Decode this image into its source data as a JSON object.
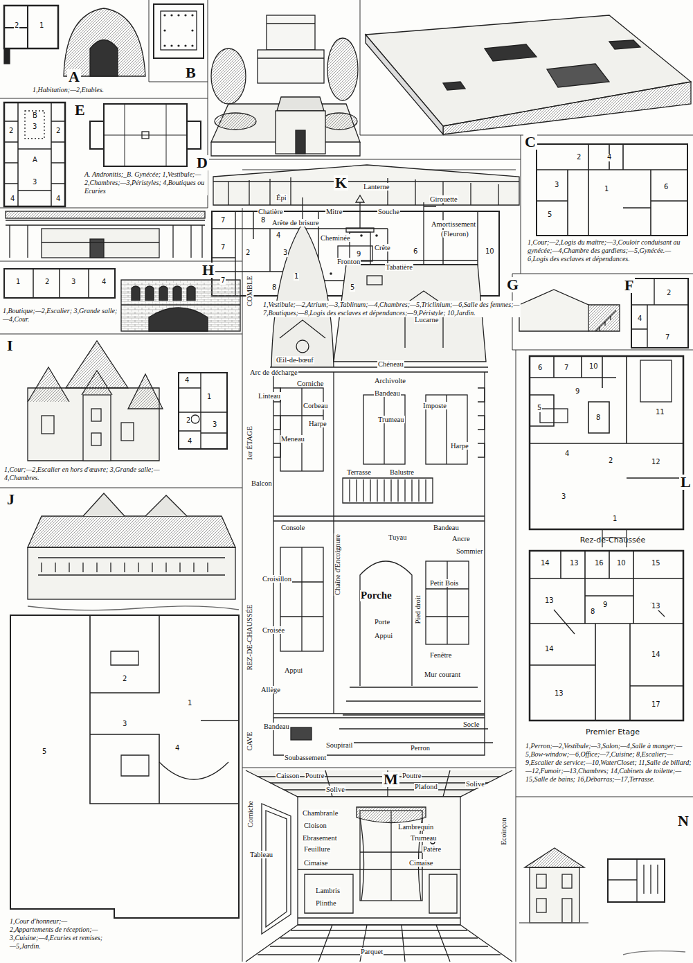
{
  "diagram": {
    "nodes": [
      {
        "text": [
          "A",
          "1,Habitation;—2,Etables."
        ]
      },
      {
        "text": [
          "B"
        ]
      },
      {
        "text": [
          "C",
          "1,Cour;—2,Logis du maître;—3,Couloir conduisant au gynécée;—4,Chambre des gardiens;—5,Gynécée.—6,Logis des esclaves et dépendances."
        ]
      },
      {
        "text": [
          "D",
          "A. Andronitis;_B. Gynécée; 1,Vestibule;—2,Chambres;—3,Péristyles; 4,Boutiques ou Ecuries"
        ]
      },
      {
        "text": [
          "E"
        ]
      },
      {
        "text": [
          "F"
        ]
      },
      {
        "text": [
          "G",
          "1,Vestibule;—2,Atrium;—3,Tablinum;—4,Chambres;—5,Triclinium;—6,Salle des femmes;—7,Boutiques;—8,Logis des esclaves et dépendances;—9,Péristyle; 10,Jardin."
        ]
      },
      {
        "text": [
          "H",
          "1,Boutique;—2,Escalier; 3,Grande salle;—4,Cour."
        ]
      },
      {
        "text": [
          "I",
          "1,Cour;—2,Escalier en hors d'œuvre; 3,Grande salle;—4,Chambres."
        ]
      },
      {
        "text": [
          "J",
          "1,Cour d'honneur;—2,Appartements de réception;—3,Cuisine;—4,Ecuries et remises;—5,Jardin."
        ]
      },
      {
        "text": [
          "K"
        ]
      },
      {
        "text": [
          "L",
          "Rez-de-Chaussée",
          "Premier Etage",
          "1,Perron;—2,Vestibule;—3,Salon;—4,Salle à manger;—5,Bow-window;—6,Office;—7,Cuisine; 8,Escalier;—9,Escalier de service;—10,WaterCloset; 11,Salle de billard;—12,Fumoir;—13,Chambres; 14,Cabinets de toilette;—15,Salle de bains; 16,Débarras;—17,Terrasse."
        ]
      },
      {
        "text": [
          "M"
        ]
      },
      {
        "text": [
          "N"
        ]
      }
    ],
    "labels": [
      "Épi",
      "Chatière",
      "Arête de brisure",
      "Mitre",
      "Lanterne",
      "Souche",
      "Girouette",
      "Cheminée",
      "Crête",
      "Amortissement",
      "(Fleuron)",
      "COMBLE",
      "Fronton",
      "Tabatière",
      "Lucarne",
      "Œil-de-bœuf",
      "Arc de décharge",
      "Corniche",
      "Linteau",
      "Corbeau",
      "Harpe",
      "Meneau",
      "Chéneau",
      "Archivolte",
      "Bandeau",
      "Imposte",
      "Trumeau",
      "Harpe",
      "1er ÉTAGE",
      "Balcon",
      "Terrasse",
      "Balustre",
      "Console",
      "Chaîne d'Encoignure",
      "Bandeau",
      "Ancre",
      "Sommier",
      "Tuyau",
      "Croisillon",
      "Porche",
      "Petit Bois",
      "Porte",
      "Fenêtre",
      "Pied droit",
      "Croisée",
      "Appui",
      "Appui",
      "Allège",
      "REZ-DE-CHAUSSÉE",
      "Mur courant",
      "Bandeau",
      "Socle",
      "CAVE",
      "Soubassement",
      "Soupirail",
      "Perron",
      "Caisson",
      "Poutre",
      "Poutre",
      "Plafond",
      "Solive",
      "Solive",
      "Corniche",
      "Chambranle",
      "Cloison",
      "Ebrasement",
      "Feuillure",
      "Tableau",
      "Cimaise",
      "Lambris",
      "Plinthe",
      "Lambrequin",
      "Trumeau",
      "Patère",
      "Cimaise",
      "Ecoinçon",
      "Parquet",
      "2",
      "1",
      "2",
      "2",
      "B",
      "3",
      "A",
      "3",
      "4",
      "4",
      "1",
      "2",
      "3",
      "4",
      "5",
      "6",
      "2",
      "4",
      "7",
      "7",
      "8",
      "4",
      "7",
      "2",
      "3",
      "9",
      "6",
      "10",
      "1",
      "5",
      "7",
      "8",
      "1",
      "2",
      "3",
      "4",
      "4",
      "1",
      "2",
      "3",
      "4",
      "2",
      "1",
      "3",
      "4",
      "5",
      "6",
      "7",
      "10",
      "11",
      "9",
      "5",
      "4",
      "8",
      "2",
      "12",
      "3",
      "1",
      "14",
      "13",
      "16",
      "10",
      "15",
      "9",
      "13",
      "8",
      "13",
      "14",
      "14",
      "13",
      "17"
    ]
  }
}
